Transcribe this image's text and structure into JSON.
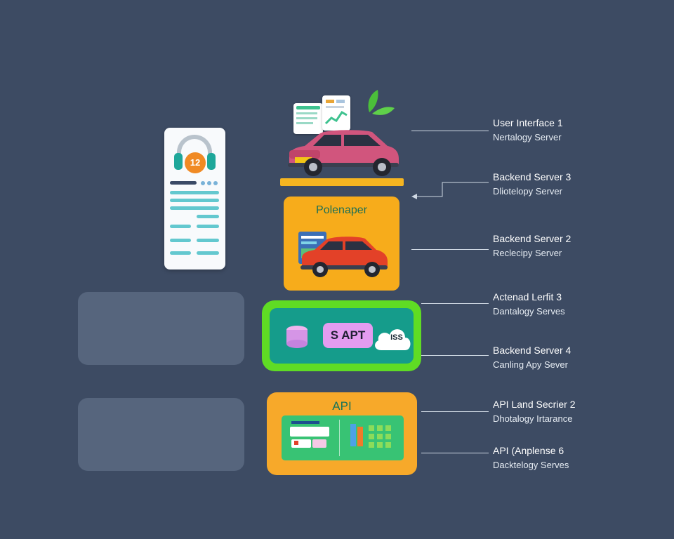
{
  "phone": {
    "badge": "12"
  },
  "cards": {
    "orange_title": "Polenaper",
    "green_api": "S APT",
    "cloud_label": "ISS",
    "api_title": "API"
  },
  "labels": [
    {
      "title": "User Interface 1",
      "subtitle": "Nertalogy Server"
    },
    {
      "title": "Backend Server 3",
      "subtitle": "Dliotelopy Server"
    },
    {
      "title": "Backend Server 2",
      "subtitle": "Reclecipy Server"
    },
    {
      "title": "Actenad Lerfit 3",
      "subtitle": "Dantalogy Serves"
    },
    {
      "title": "Backend Server 4",
      "subtitle": "Canling Apy Sever"
    },
    {
      "title": "API Land Secrier 2",
      "subtitle": "Dhotalogy Irtarance"
    },
    {
      "title": "API (Anplense 6",
      "subtitle": "Dacktelogy Serves"
    }
  ],
  "colors": {
    "background": "#3d4b63",
    "orange": "#f7ac1b",
    "green": "#5fdc24",
    "teal": "#159c8b"
  }
}
